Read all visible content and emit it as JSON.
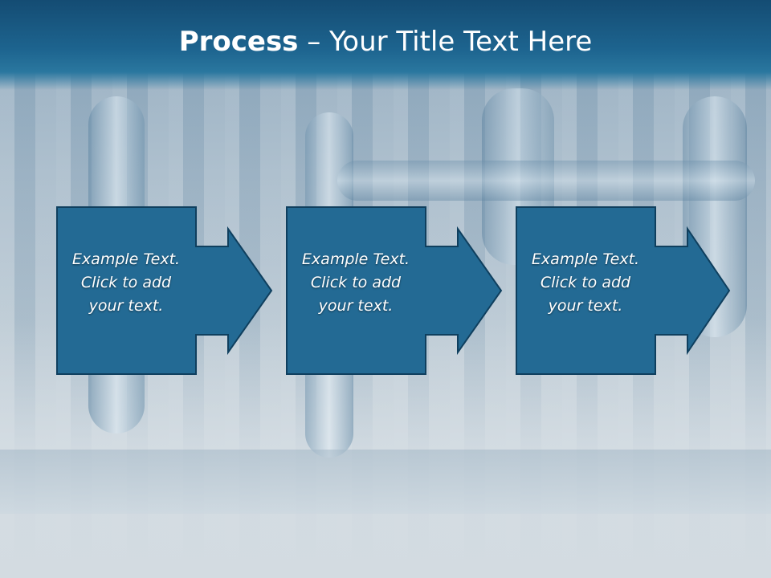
{
  "slide": {
    "title_bold": "Process",
    "title_rest": " – Your Title Text Here"
  },
  "steps": [
    {
      "text": "Example Text.\nClick  to add\nyour text."
    },
    {
      "text": "Example Text.\nClick  to add\nyour text."
    },
    {
      "text": "Example Text.\nClick  to add\nyour text."
    }
  ],
  "colors": {
    "header": "#1d648f",
    "box_fill": "#236a94",
    "box_border": "#0f3f5e"
  }
}
